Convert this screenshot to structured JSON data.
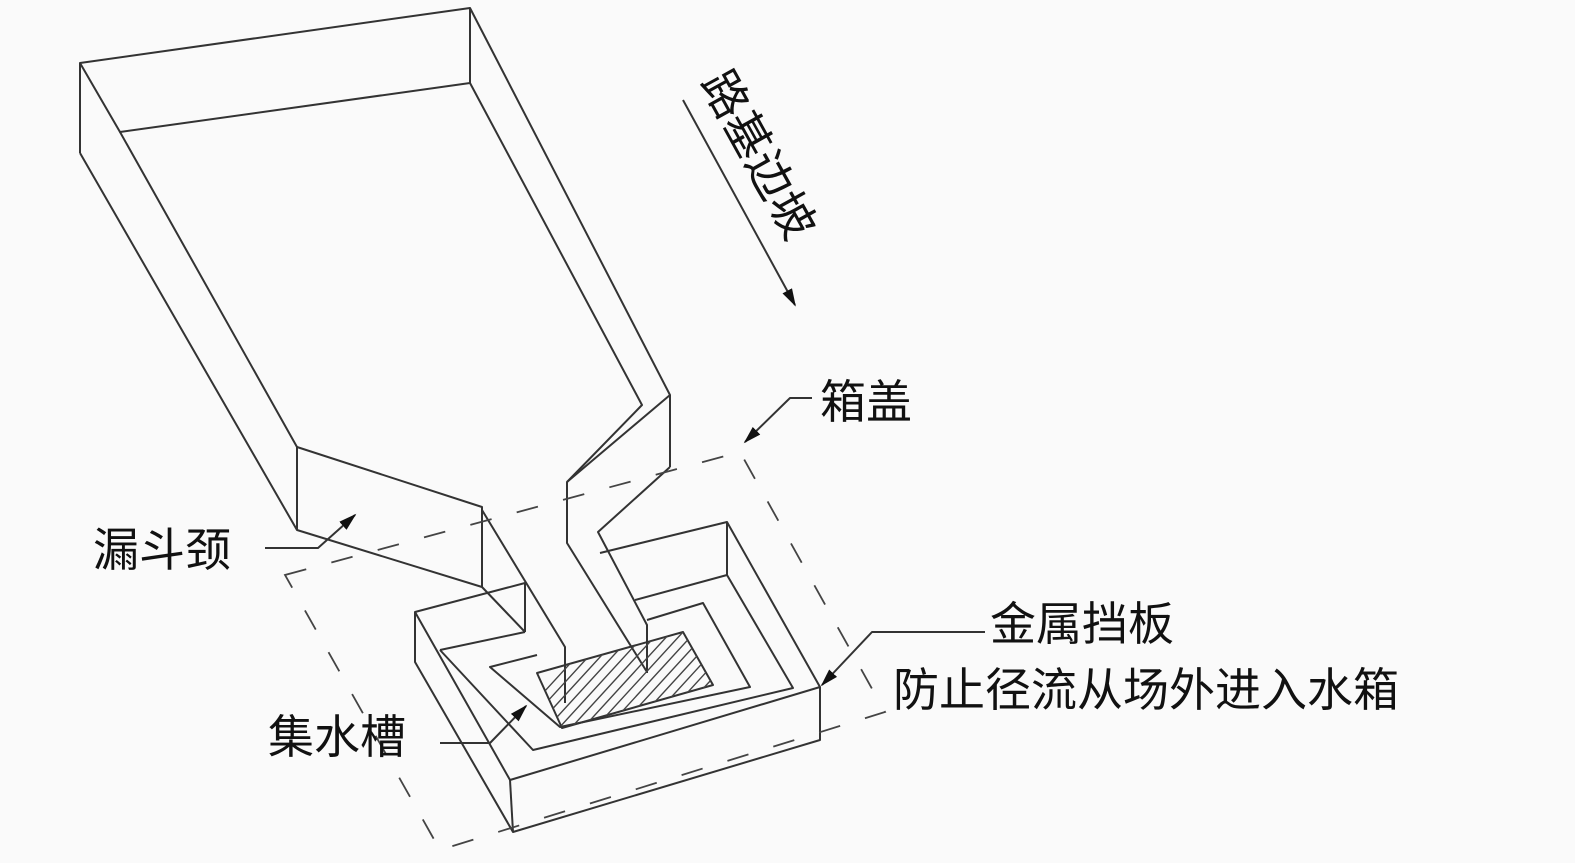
{
  "labels": {
    "slope": "路基边坡",
    "lid": "箱盖",
    "funnel_neck": "漏斗颈",
    "collection_trough": "集水槽",
    "metal_baffle": "金属挡板",
    "baffle_note": "防止径流从场外进入水箱"
  },
  "colors": {
    "line": "#333333",
    "background": "#fafafa"
  }
}
